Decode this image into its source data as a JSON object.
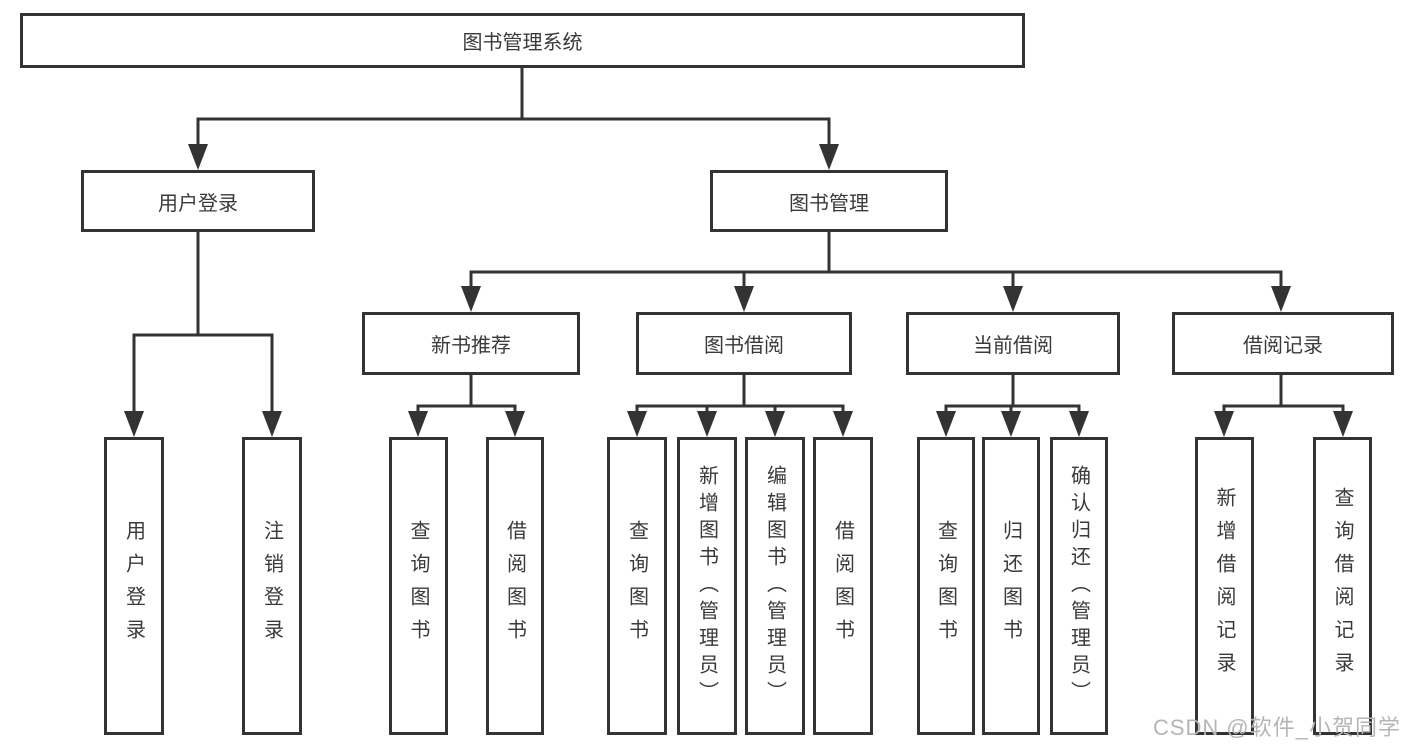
{
  "colors": {
    "line": "#333333",
    "box_border": "#333333",
    "text": "#3a3a3a",
    "background": "#ffffff",
    "watermark": "#b5b5b5"
  },
  "watermark": "CSDN @软件_小贺同学",
  "root": {
    "label": "图书管理系统"
  },
  "branches": [
    {
      "label": "用户登录",
      "leaves": [
        {
          "label": "用户登录"
        },
        {
          "label": "注销登录"
        }
      ]
    },
    {
      "label": "图书管理",
      "groups": [
        {
          "label": "新书推荐",
          "leaves": [
            {
              "label": "查询图书"
            },
            {
              "label": "借阅图书"
            }
          ]
        },
        {
          "label": "图书借阅",
          "leaves": [
            {
              "label": "查询图书"
            },
            {
              "label": "新增图书（管理员）"
            },
            {
              "label": "编辑图书（管理员）"
            },
            {
              "label": "借阅图书"
            }
          ]
        },
        {
          "label": "当前借阅",
          "leaves": [
            {
              "label": "查询图书"
            },
            {
              "label": "归还图书"
            },
            {
              "label": "确认归还（管理员）"
            }
          ]
        },
        {
          "label": "借阅记录",
          "leaves": [
            {
              "label": "新增借阅记录"
            },
            {
              "label": "查询借阅记录"
            }
          ]
        }
      ]
    }
  ]
}
